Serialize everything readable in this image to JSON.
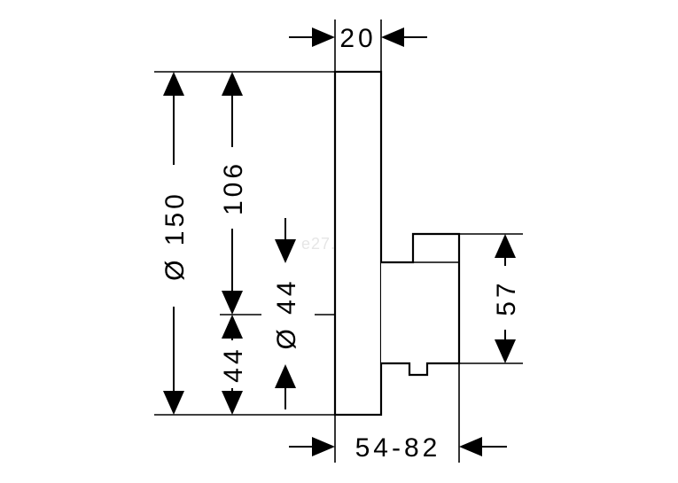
{
  "dimensions": {
    "top_width": "20",
    "outer_height": "Ø 150",
    "upper_height": "106",
    "lower_height": "44",
    "inner_diameter": "Ø 44",
    "right_height": "57",
    "depth_range": "54-82"
  },
  "watermark": "e27.ua"
}
